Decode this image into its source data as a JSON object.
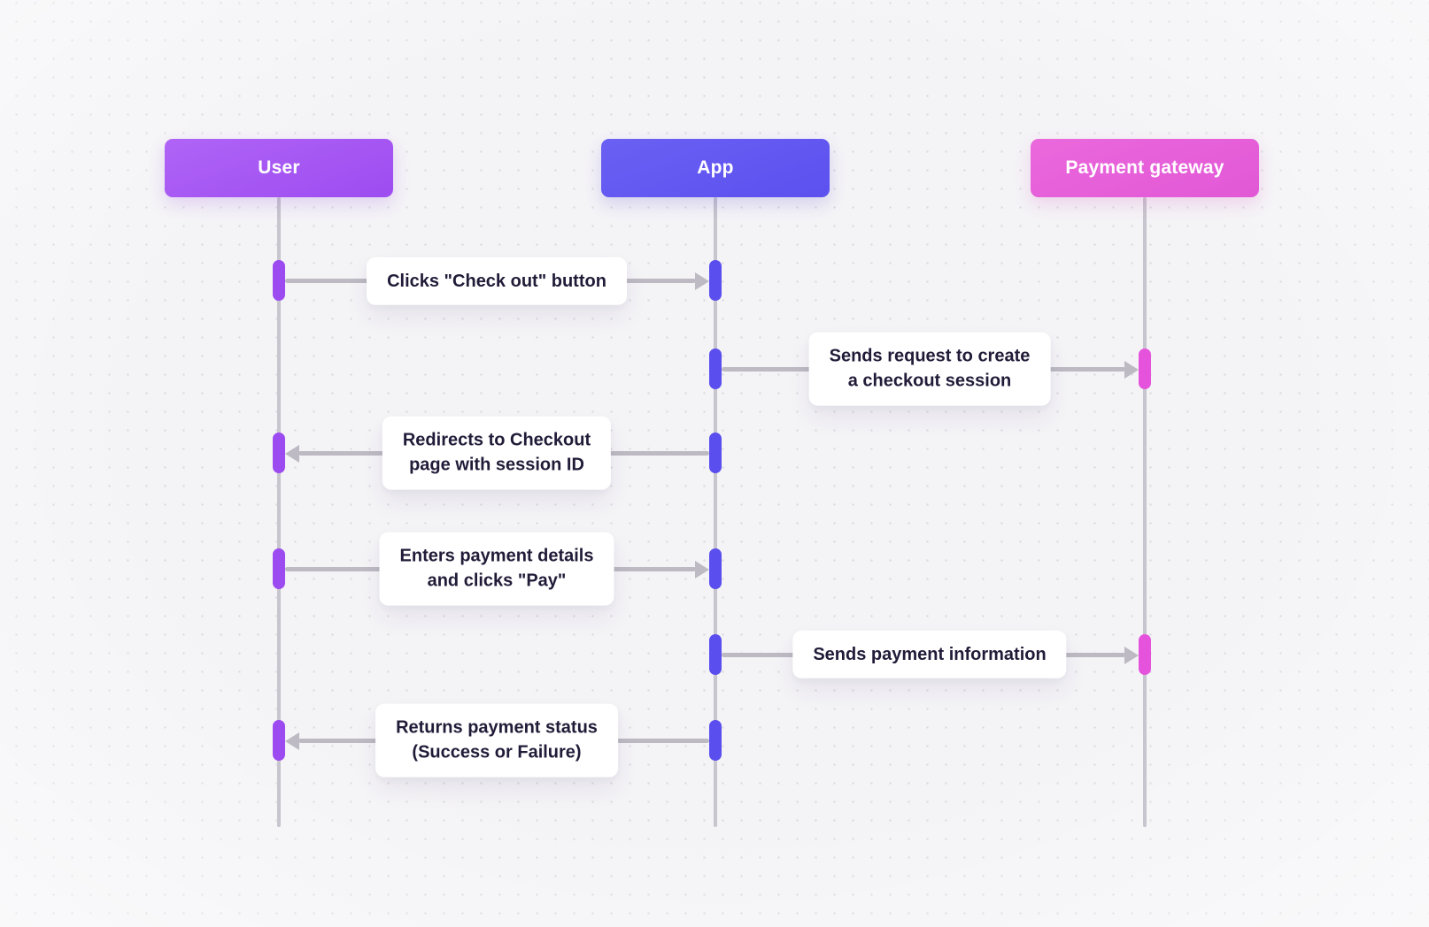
{
  "diagram_type": "sequence-diagram",
  "actors": [
    {
      "id": "user",
      "label": "User",
      "color": "#a455f2",
      "bar_color": "#9c4bf0"
    },
    {
      "id": "app",
      "label": "App",
      "color": "#6358f1",
      "bar_color": "#5a4eee"
    },
    {
      "id": "payment-gateway",
      "label": "Payment gateway",
      "color": "#e661d9",
      "bar_color": "#e553dc"
    }
  ],
  "messages": [
    {
      "index": 1,
      "from": "user",
      "to": "app",
      "direction": "right",
      "label": "Clicks \"Check out\" button"
    },
    {
      "index": 2,
      "from": "app",
      "to": "payment-gateway",
      "direction": "right",
      "label": "Sends request to create\na checkout session"
    },
    {
      "index": 3,
      "from": "app",
      "to": "user",
      "direction": "left",
      "label": "Redirects to Checkout\npage with session ID"
    },
    {
      "index": 4,
      "from": "user",
      "to": "app",
      "direction": "right",
      "label": "Enters payment details\nand clicks \"Pay\""
    },
    {
      "index": 5,
      "from": "app",
      "to": "payment-gateway",
      "direction": "right",
      "label": "Sends payment information"
    },
    {
      "index": 6,
      "from": "app",
      "to": "user",
      "direction": "left",
      "label": "Returns payment status\n(Success or Failure)"
    }
  ],
  "colors": {
    "background": "#f4f3f6",
    "grid_dot": "#d9d8de",
    "lifeline": "#c7c5cd",
    "arrow": "#bdbac3",
    "label_background": "#ffffff",
    "label_text": "#211b38"
  }
}
